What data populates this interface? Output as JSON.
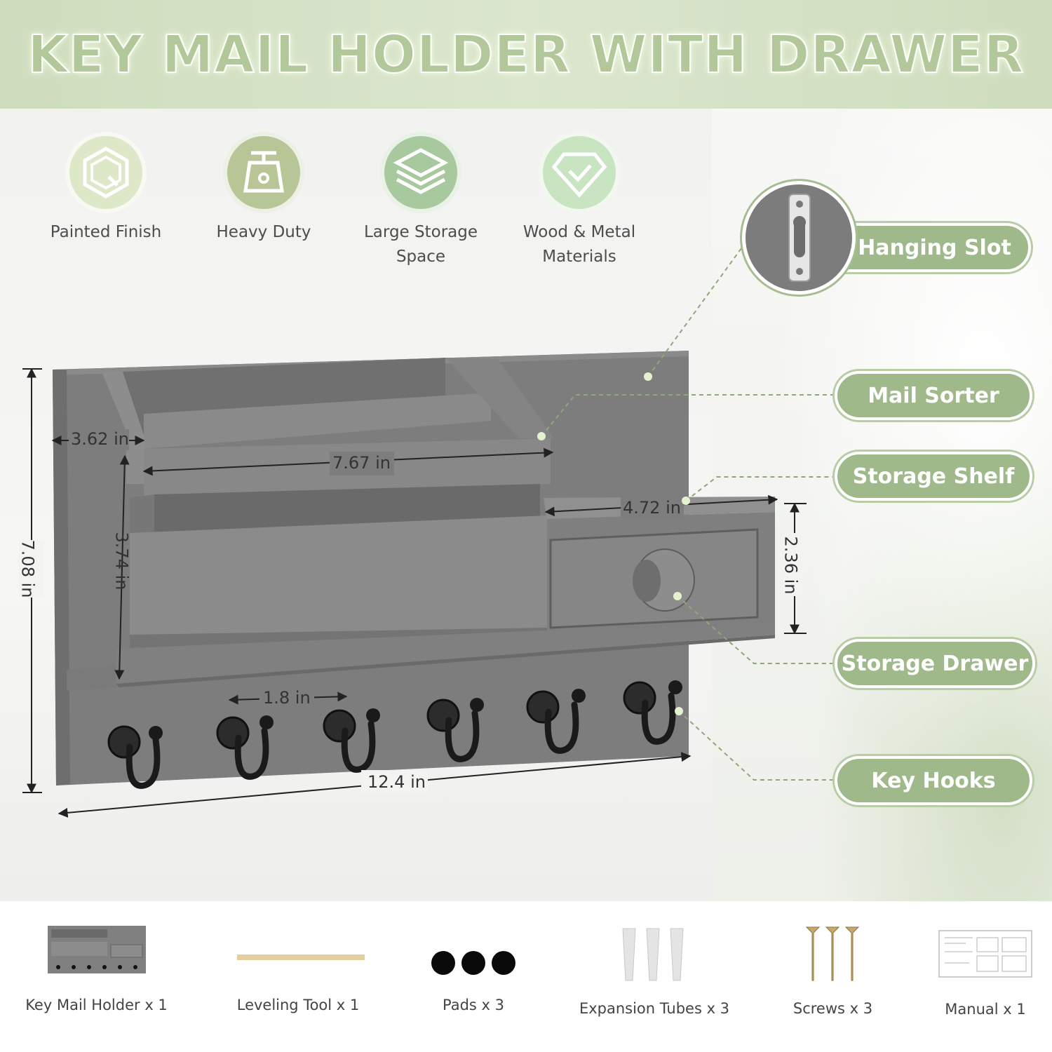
{
  "header": {
    "title": "KEY MAIL HOLDER WITH DRAWER"
  },
  "features": [
    {
      "icon": "hexagon-q-icon",
      "label_lines": [
        "Painted Finish"
      ],
      "color": "#dde8c9"
    },
    {
      "icon": "scale-weight-icon",
      "label_lines": [
        "Heavy Duty"
      ],
      "color": "#b8c697"
    },
    {
      "icon": "stacked-layers-icon",
      "label_lines": [
        "Large Storage",
        "Space"
      ],
      "color": "#a8c99e"
    },
    {
      "icon": "diamond-check-icon",
      "label_lines": [
        "Wood & Metal",
        "Materials"
      ],
      "color": "#c9e4c1"
    }
  ],
  "callouts": {
    "hanging_slot": "Hanging Slot",
    "mail_sorter": "Mail Sorter",
    "storage_shelf": "Storage Shelf",
    "storage_drawer": "Storage Drawer",
    "key_hooks": "Key Hooks"
  },
  "dimensions": {
    "height_total": "7.08 in",
    "mail_depth": "3.62 in",
    "mail_width": "7.67 in",
    "mail_height": "3.74 in",
    "shelf_width": "4.72 in",
    "shelf_height": "2.36 in",
    "hook_spacing": "1.8 in",
    "total_width": "12.4 in"
  },
  "package_items": [
    {
      "icon": "key-mail-holder-icon",
      "label": "Key Mail Holder x 1"
    },
    {
      "icon": "leveling-tool-icon",
      "label": "Leveling Tool x 1"
    },
    {
      "icon": "pads-icon",
      "label": "Pads x 3"
    },
    {
      "icon": "expansion-tubes-icon",
      "label": "Expansion Tubes x 3"
    },
    {
      "icon": "screws-icon",
      "label": "Screws x 3"
    },
    {
      "icon": "manual-icon",
      "label": "Manual x 1"
    }
  ],
  "colors": {
    "accent_green": "#9fb98a",
    "product_gray": "#7d7d7d",
    "hook_black": "#1a1a1a"
  }
}
